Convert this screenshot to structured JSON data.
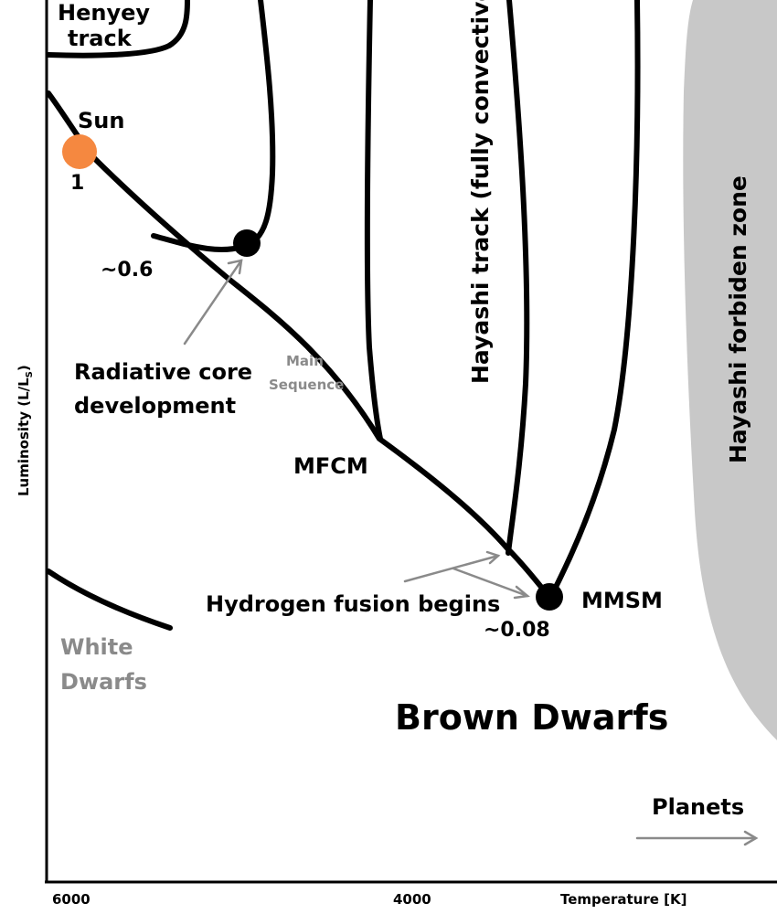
{
  "colors": {
    "background": "#ffffff",
    "track_lines": "#000000",
    "forbidden_zone": "#c8c8c8",
    "sun_marker": "#f58840",
    "arrow": "#8a8a8a",
    "gray_text": "#8a8a8a"
  },
  "labels": {
    "henyey_line1": "Henyey",
    "henyey_line2": "track",
    "sun": "Sun",
    "sun_mass": "1",
    "mass_06": "~0.6",
    "radiative_line1": "Radiative core",
    "radiative_line2": "development",
    "main_seq_line1": "Main",
    "main_seq_line2": "Sequence",
    "mfcm": "MFCM",
    "hayashi_track": "Hayashi track (fully convective)",
    "hayashi_forbidden": "Hayashi forbiden zone",
    "hydrogen_fusion": "Hydrogen fusion begins",
    "mmsm": "MMSM",
    "mass_008": "~0.08",
    "white_dwarfs_line1": "White",
    "white_dwarfs_line2": "Dwarfs",
    "brown_dwarfs": "Brown Dwarfs",
    "planets": "Planets"
  },
  "axes": {
    "y_label": "Luminosity (L/L",
    "y_label_sub": "S",
    "y_label_close": ")",
    "x_label": "Temperature [K]",
    "x_tick_6000": "6000",
    "x_tick_4000": "4000"
  }
}
